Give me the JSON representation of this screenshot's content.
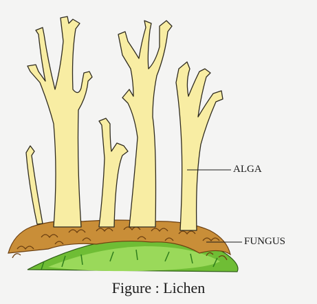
{
  "diagram": {
    "labels": {
      "alga": "ALGA",
      "fungus": "FUNGUS"
    },
    "caption": "Figure : Lichen"
  },
  "colors": {
    "thallus_fill": "#f8eda3",
    "thallus_outline": "#2e2a1e",
    "fungus_fill": "#c98e38",
    "fungus_dark": "#7a4a14",
    "moss_light": "#8cd14a",
    "moss_dark": "#3e8f23",
    "background": "#f4f4f3"
  }
}
